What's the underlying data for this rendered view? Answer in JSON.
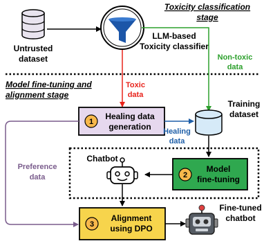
{
  "stage1": {
    "title_line1": "Toxicity classification",
    "title_line2": "stage"
  },
  "stage2": {
    "title_line1": "Model fine-tuning and",
    "title_line2": "alignment stage"
  },
  "untrusted_dataset": {
    "line1": "Untrusted",
    "line2": "dataset"
  },
  "classifier": {
    "line1": "LLM-based",
    "line2": "Toxicity classifier"
  },
  "non_toxic": {
    "line1": "Non-toxic",
    "line2": "data"
  },
  "toxic": {
    "line1": "Toxic",
    "line2": "data"
  },
  "training_dataset": {
    "line1": "Training",
    "line2": "dataset"
  },
  "healing_generation": {
    "number": "1",
    "line1": "Healing data",
    "line2": "generation"
  },
  "healing_data": {
    "line1": "Healing",
    "line2": "data"
  },
  "preference_data": {
    "line1": "Preference",
    "line2": "data"
  },
  "chatbot": {
    "label": "Chatbot"
  },
  "fine_tuning": {
    "number": "2",
    "line1": "Model",
    "line2": "fine-tuning"
  },
  "alignment": {
    "number": "3",
    "line1": "Alignment",
    "line2": "using DPO"
  },
  "finetuned_chatbot": {
    "line1": "Fine-tuned",
    "line2": "chatbot"
  },
  "colors": {
    "green": "#2ca02c",
    "red": "#e8231b",
    "blue": "#1f5fa8",
    "purple": "#7a5c8c",
    "box_purple": "#e6d8ee",
    "box_green": "#2fa84f",
    "box_yellow": "#f7d44c",
    "circle_orange": "#f7b84b",
    "funnel": "#1c56a8"
  }
}
